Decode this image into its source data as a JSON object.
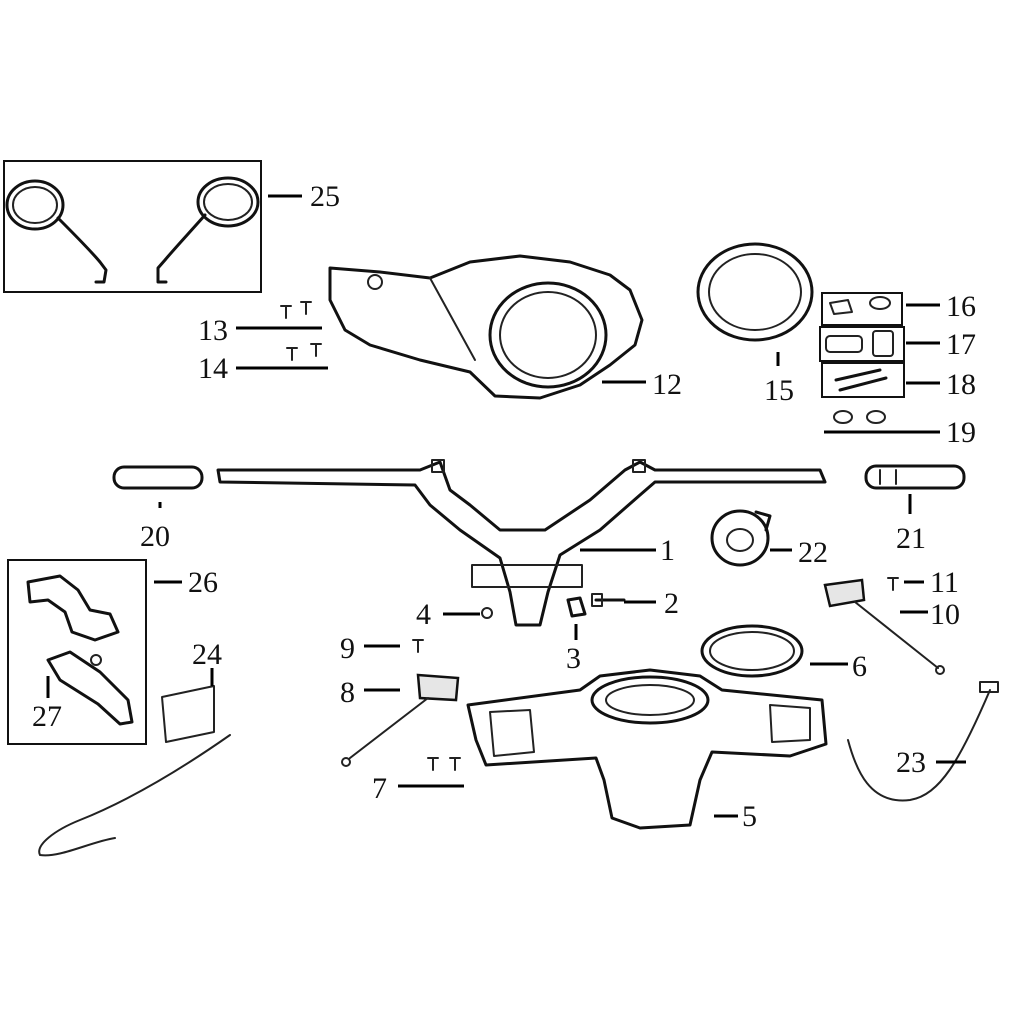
{
  "callouts": [
    {
      "n": "1"
    },
    {
      "n": "2"
    },
    {
      "n": "3"
    },
    {
      "n": "4"
    },
    {
      "n": "5"
    },
    {
      "n": "6"
    },
    {
      "n": "7"
    },
    {
      "n": "8"
    },
    {
      "n": "9"
    },
    {
      "n": "10"
    },
    {
      "n": "11"
    },
    {
      "n": "12"
    },
    {
      "n": "13"
    },
    {
      "n": "14"
    },
    {
      "n": "15"
    },
    {
      "n": "16"
    },
    {
      "n": "17"
    },
    {
      "n": "18"
    },
    {
      "n": "19"
    },
    {
      "n": "20"
    },
    {
      "n": "21"
    },
    {
      "n": "22"
    },
    {
      "n": "23"
    },
    {
      "n": "24"
    },
    {
      "n": "25"
    },
    {
      "n": "26"
    },
    {
      "n": "27"
    }
  ]
}
